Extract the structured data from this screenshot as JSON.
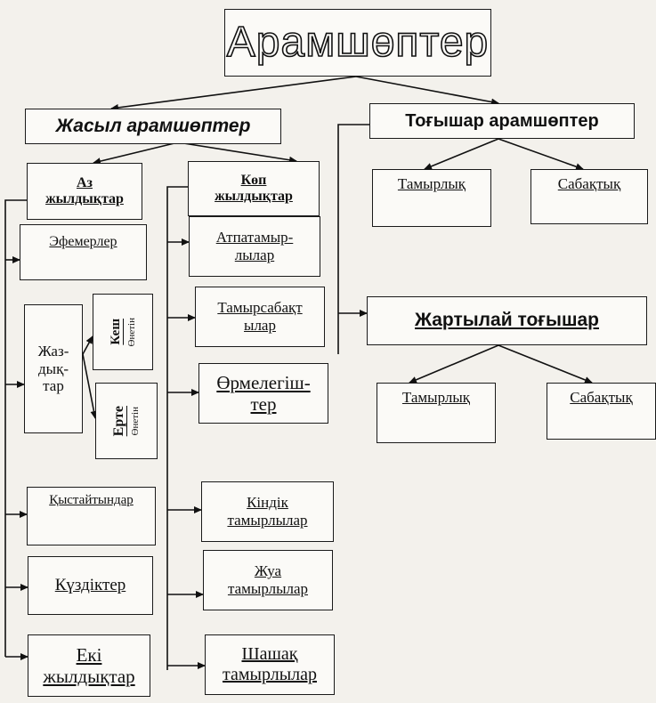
{
  "title": "Арамшөптер",
  "green": {
    "label": "Жасыл арамшөптер",
    "annual": {
      "label_line1": "Аз",
      "label_line2": "жылдықтар",
      "ephemeral": "Эфемерлер",
      "spring_line1": "Жаз-",
      "spring_line2": "дық-",
      "spring_line3": "тар",
      "late_word": "Кеш",
      "late_sub": "Өнетін",
      "early_word": "Ерте",
      "early_sub": "Өнетін",
      "wintering": "Қыстайтындар",
      "autumn": "Күздіктер",
      "biennial_line1": "Екі",
      "biennial_line2": "жылдықтар"
    },
    "perennial": {
      "label_line1": "Көп",
      "label_line2": "жылдықтар",
      "items": [
        {
          "line1": "Атпатамыр-",
          "line2": "лылар"
        },
        {
          "line1": "Тамырсабақт",
          "line2": "ылар"
        },
        {
          "line1": "Өрмелегіш-",
          "line2": "тер"
        },
        {
          "line1": "Кіндік",
          "line2": "тамырлылар"
        },
        {
          "line1": "Жуа",
          "line2": "тамырлылар"
        },
        {
          "line1": "Шашақ",
          "line2": "тамырлылар"
        }
      ]
    }
  },
  "parasitic": {
    "label": "Тоғышар арамшөптер",
    "root": "Тамырлық",
    "stem": "Сабақтық"
  },
  "semi_parasitic": {
    "label": "Жартылай тоғышар",
    "root": "Тамырлық",
    "stem": "Сабақтық"
  }
}
